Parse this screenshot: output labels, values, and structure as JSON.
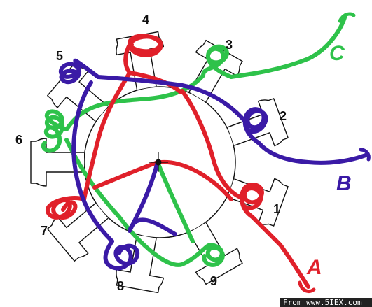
{
  "diagram": {
    "slots": [
      "1",
      "2",
      "3",
      "4",
      "5",
      "6",
      "7",
      "8",
      "9"
    ],
    "phases": [
      {
        "id": "A",
        "label": "A",
        "color": "#e0202a"
      },
      {
        "id": "B",
        "label": "B",
        "color": "#3a1aa6"
      },
      {
        "id": "C",
        "label": "C",
        "color": "#2ec24a"
      }
    ],
    "outline_color": "#111111"
  },
  "watermark": "From www.5IEX.com"
}
